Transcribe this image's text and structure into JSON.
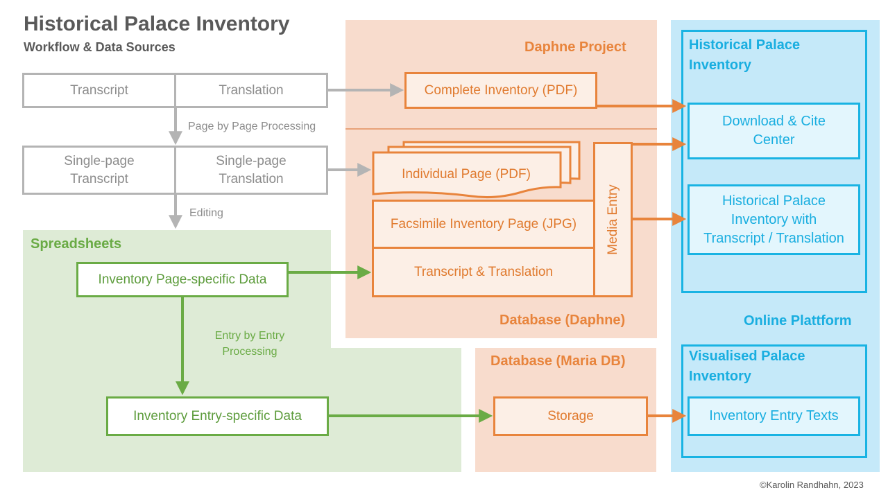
{
  "header": {
    "title": "Historical Palace Inventory",
    "subtitle": "Workflow & Data Sources"
  },
  "gray_flow": {
    "transcript": "Transcript",
    "translation": "Translation",
    "page_by_page": "Page by Page Processing",
    "single_transcript": [
      "Single-page",
      "Transcript"
    ],
    "single_translation": [
      "Single-page",
      "Translation"
    ],
    "editing": "Editing"
  },
  "daphne": {
    "project_label": "Daphne Project",
    "complete_inventory": "Complete Inventory (PDF)",
    "individual_page": "Individual Page (PDF)",
    "facsimile_page": "Facsimile Inventory Page (JPG)",
    "transcript_translation": "Transcript & Translation",
    "media_entry": "Media Entry",
    "database_label": "Database (Daphne)"
  },
  "spreadsheets": {
    "label": "Spreadsheets",
    "page_specific": "Inventory Page-specific Data",
    "entry_by_entry": [
      "Entry by Entry",
      "Processing"
    ],
    "entry_specific": "Inventory Entry-specific Data"
  },
  "mariadb": {
    "label": "Database (Maria DB)",
    "storage": "Storage"
  },
  "platform": {
    "hpi_label": [
      "Historical Palace",
      "Inventory"
    ],
    "download_cite": [
      "Download & Cite",
      "Center"
    ],
    "hpi_with_transcript": [
      "Historical Palace",
      "Inventory with",
      "Transcript / Translation"
    ],
    "online_label": "Online Plattform",
    "visualised_label": [
      "Visualised Palace",
      "Inventory"
    ],
    "entry_texts": "Inventory Entry Texts"
  },
  "footer": {
    "copyright": "©Karolin Randhahn, 2023"
  },
  "colors": {
    "orange": "#e8843c",
    "green": "#6aab45",
    "blue": "#19b3e3",
    "gray": "#b4b4b4"
  }
}
